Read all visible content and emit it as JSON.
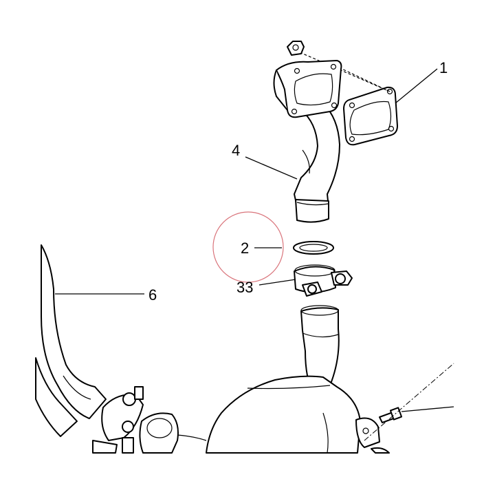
{
  "callouts": {
    "c1": "1",
    "c2": "2",
    "c33": "33",
    "c4": "4",
    "c6": "6"
  },
  "highlight_color": "#d9737a"
}
